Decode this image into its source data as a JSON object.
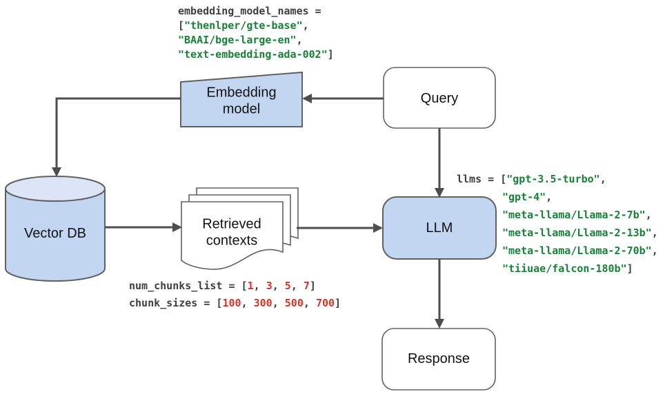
{
  "nodes": {
    "embedding_model": {
      "label": "Embedding\nmodel"
    },
    "query": {
      "label": "Query"
    },
    "vector_db": {
      "label": "Vector DB"
    },
    "retrieved_contexts": {
      "label": "Retrieved\ncontexts"
    },
    "llm": {
      "label": "LLM"
    },
    "response": {
      "label": "Response"
    }
  },
  "annotations": {
    "embedding_model_names": {
      "lines": [
        [
          {
            "t": "embedding_model_names =",
            "c": "d"
          }
        ],
        [
          {
            "t": "[",
            "c": "d"
          },
          {
            "t": "\"thenlper/gte-base\"",
            "c": "g"
          },
          {
            "t": ",",
            "c": "d"
          }
        ],
        [
          {
            "t": "\"BAAI/bge-large-en\"",
            "c": "g"
          },
          {
            "t": ",",
            "c": "d"
          }
        ],
        [
          {
            "t": "\"text-embedding-ada-002\"",
            "c": "g"
          },
          {
            "t": "]",
            "c": "d"
          }
        ]
      ]
    },
    "llms": {
      "lines": [
        [
          {
            "t": "llms = [",
            "c": "d"
          },
          {
            "t": "\"gpt-3.5-turbo\"",
            "c": "g"
          },
          {
            "t": ",",
            "c": "d"
          }
        ],
        [
          {
            "t": "\"gpt-4\"",
            "c": "g"
          },
          {
            "t": ",",
            "c": "d"
          }
        ],
        [
          {
            "t": "\"meta-llama/Llama-2-7b\"",
            "c": "g"
          },
          {
            "t": ",",
            "c": "d"
          }
        ],
        [
          {
            "t": "\"meta-llama/Llama-2-13b\"",
            "c": "g"
          },
          {
            "t": ",",
            "c": "d"
          }
        ],
        [
          {
            "t": "\"meta-llama/Llama-2-70b\"",
            "c": "g"
          },
          {
            "t": ",",
            "c": "d"
          }
        ],
        [
          {
            "t": "\"tiiuae/falcon-180b\"",
            "c": "g"
          },
          {
            "t": "]",
            "c": "d"
          }
        ]
      ]
    },
    "chunks": {
      "lines": [
        [
          {
            "t": "num_chunks_list = [",
            "c": "d"
          },
          {
            "t": "1",
            "c": "r"
          },
          {
            "t": ", ",
            "c": "d"
          },
          {
            "t": "3",
            "c": "r"
          },
          {
            "t": ", ",
            "c": "d"
          },
          {
            "t": "5",
            "c": "r"
          },
          {
            "t": ", ",
            "c": "d"
          },
          {
            "t": "7",
            "c": "r"
          },
          {
            "t": "]",
            "c": "d"
          }
        ],
        [
          {
            "t": "chunk_sizes = [",
            "c": "d"
          },
          {
            "t": "100",
            "c": "r"
          },
          {
            "t": ", ",
            "c": "d"
          },
          {
            "t": "300",
            "c": "r"
          },
          {
            "t": ", ",
            "c": "d"
          },
          {
            "t": "500",
            "c": "r"
          },
          {
            "t": ", ",
            "c": "d"
          },
          {
            "t": "700",
            "c": "r"
          },
          {
            "t": "]",
            "c": "d"
          }
        ]
      ]
    }
  },
  "colors": {
    "node_fill_blue": "#c3d6f1",
    "cylinder_top_fill": "#dbe5f7",
    "node_fill_white": "#ffffff",
    "shape_border": "#606060",
    "arrow": "#4d4d4d",
    "code_text": "#3c4043",
    "code_string_green": "#188038",
    "code_number_red": "#d5342c",
    "label_text": "#111111"
  }
}
